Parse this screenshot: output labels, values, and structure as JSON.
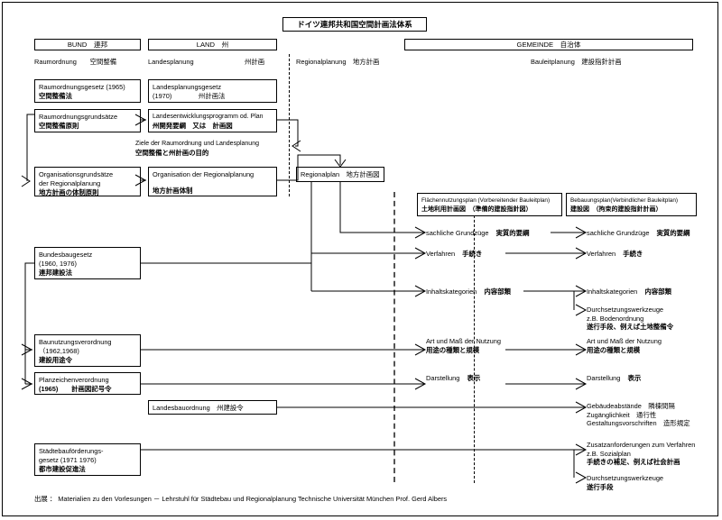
{
  "diagram": {
    "title": "ドイツ連邦共和国空間計画法体系",
    "columns": {
      "bund": {
        "header": "BUND　連邦",
        "sub": "Raumordnung　　空間整備"
      },
      "land": {
        "header": "LAND　州",
        "sub_left": "Landesplanung",
        "sub_left_jp": "州計画",
        "sub_right": "Regionalplanung　地方計画"
      },
      "gemeinde": {
        "header": "GEMEINDE　自治体",
        "sub": "Bauleitplanung　建設指針計画"
      }
    },
    "boxes": {
      "raumordnungsgesetz": {
        "l1": "Raumordnungsgesetz (1965)",
        "l2": "空間整備法"
      },
      "raumordnungsgrundsaetze": {
        "l1": "Raumordnungsgrundsätze",
        "l2": "空間整備原則"
      },
      "organisationsgrundsaetze": {
        "l1": "Organisationsgrundsätze",
        "l2": "der Regionalplanung",
        "l3": "地方計画の体制原則"
      },
      "landesplanungsgesetz": {
        "l1": "Landesplanungsgesetz",
        "l2": "(1970)　　　　州計画法"
      },
      "landesentwicklungsprogramm": {
        "l1": "Landesentwicklungsprogramm od. Plan",
        "l2": "州開発要綱　又は　計画図"
      },
      "organisation_regionalplanung": {
        "l1": "Organisation der Regionalplanung",
        "l2": "地方計画体制"
      },
      "regionalplan": {
        "l1": "Regionalplan　地方計画図"
      },
      "flaechennutzungsplan": {
        "l1": "Flächennutzungsplan (Vorbereitender Bauleitplan)",
        "l2": "土地利用計画図　（準備的建設指針図）"
      },
      "bebauungsplan": {
        "l1": "Bebauungsplan(Verbindlicher Bauleitplan)",
        "l2": "建設図　（拘束的建設指針計画）"
      },
      "bundesbaugesetz": {
        "l1": "Bundesbaugesetz",
        "l2": "(1960, 1976)",
        "l3": "連邦建設法"
      },
      "baunutzungsverordnung": {
        "l1": "Baunutzungsverordnung",
        "l2": "（1962,1968)",
        "l3": "建設用途令"
      },
      "planzeichenverordnung": {
        "l1": "Planzeichenverordnung",
        "l2": "(1965)　　計画図記号令"
      },
      "landesbauordnung": {
        "l1": "Landesbauordnung　州建設令"
      },
      "staedtebaufoerderungsgesetz": {
        "l1": "Städtebauförderungs-",
        "l2": "gesetz (1971  1976)",
        "l3": "都市建設促進法"
      }
    },
    "free_text": {
      "ziele": {
        "l1": "Ziele der Raumordnung und Landesplanung",
        "l2": "空間整備と州計画の目的"
      }
    },
    "rows": {
      "sachliche_grundzuege": {
        "de": "sachliche Grundzüge",
        "jp": "実質的要綱"
      },
      "verfahren": {
        "de": "Verfahren",
        "jp": "手続き"
      },
      "inhaltskategorien": {
        "de": "Inhaltskategorien",
        "jp": "内容部類"
      },
      "durchsetzungswerkzeuge_1": {
        "l1": "Durchsetzungswerkzeuge",
        "l2": "z.B. Bodenordnung",
        "l3": "遂行手段、例えば土地整備令"
      },
      "art_und_mass": {
        "de": "Art und Maß der Nutzung",
        "jp": "用途の種類と規模"
      },
      "darstellung": {
        "de": "Darstellung",
        "jp": "表示"
      },
      "gebaeudeabstaende": {
        "l1": "Gebäudeabstände　隣棟間隔",
        "l2": "Zugänglichkeit　通行性",
        "l3": "Gestaltungsvorschriften　造形規定"
      },
      "zusatzanforderungen": {
        "l1": "Zusatzanforderungen zum Verfahren",
        "l2": "z.B. Sozialplan",
        "l3": "手続きの補足、例えば社会計画"
      },
      "durchsetzungswerkzeuge_2": {
        "l1": "Durchsetzungswerkzeuge",
        "l2": "遂行手段"
      }
    },
    "source": "出展 ： Materialien zu den Vorlesungen － Lehrstuhl für Städtebau und Regionalplanung  Technische Universität München  Prof. Gerd  Albers"
  }
}
